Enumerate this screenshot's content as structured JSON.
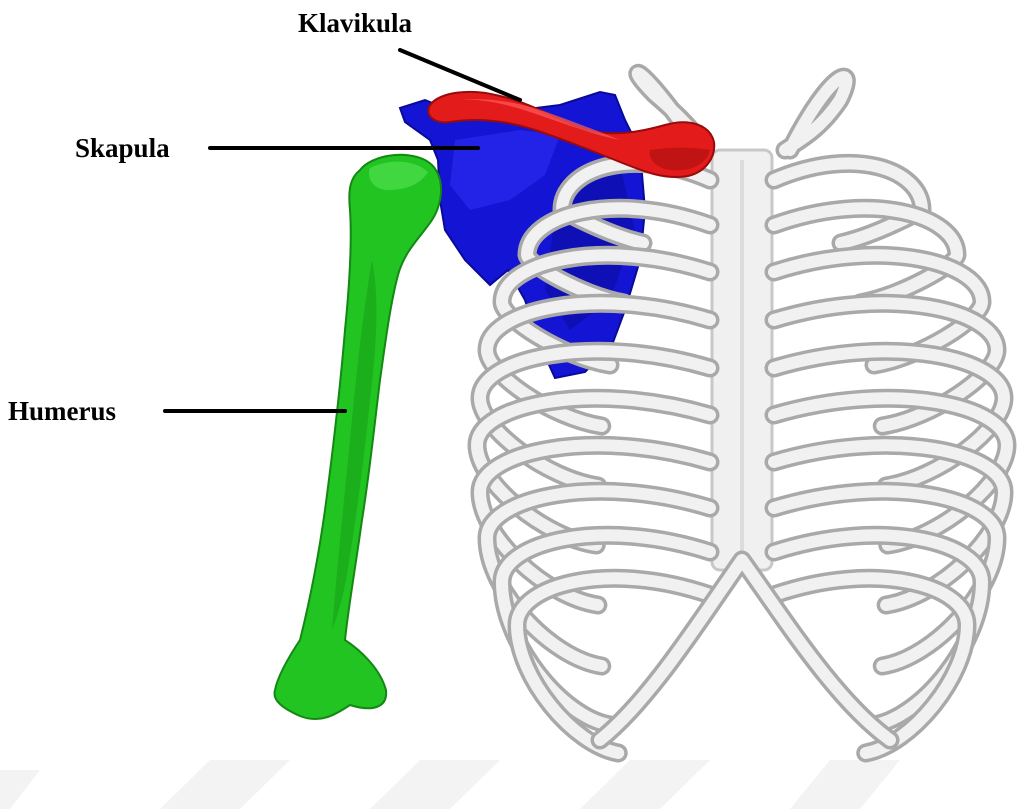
{
  "labels": {
    "klavikula": "Klavikula",
    "skapula": "Skapula",
    "humerus": "Humerus"
  },
  "colors": {
    "klavikula": "#e31b1b",
    "skapula": "#1010d8",
    "humerus": "#22c422",
    "rib_cage": "#f1f1f1",
    "watermark": "#f2f2f2"
  }
}
